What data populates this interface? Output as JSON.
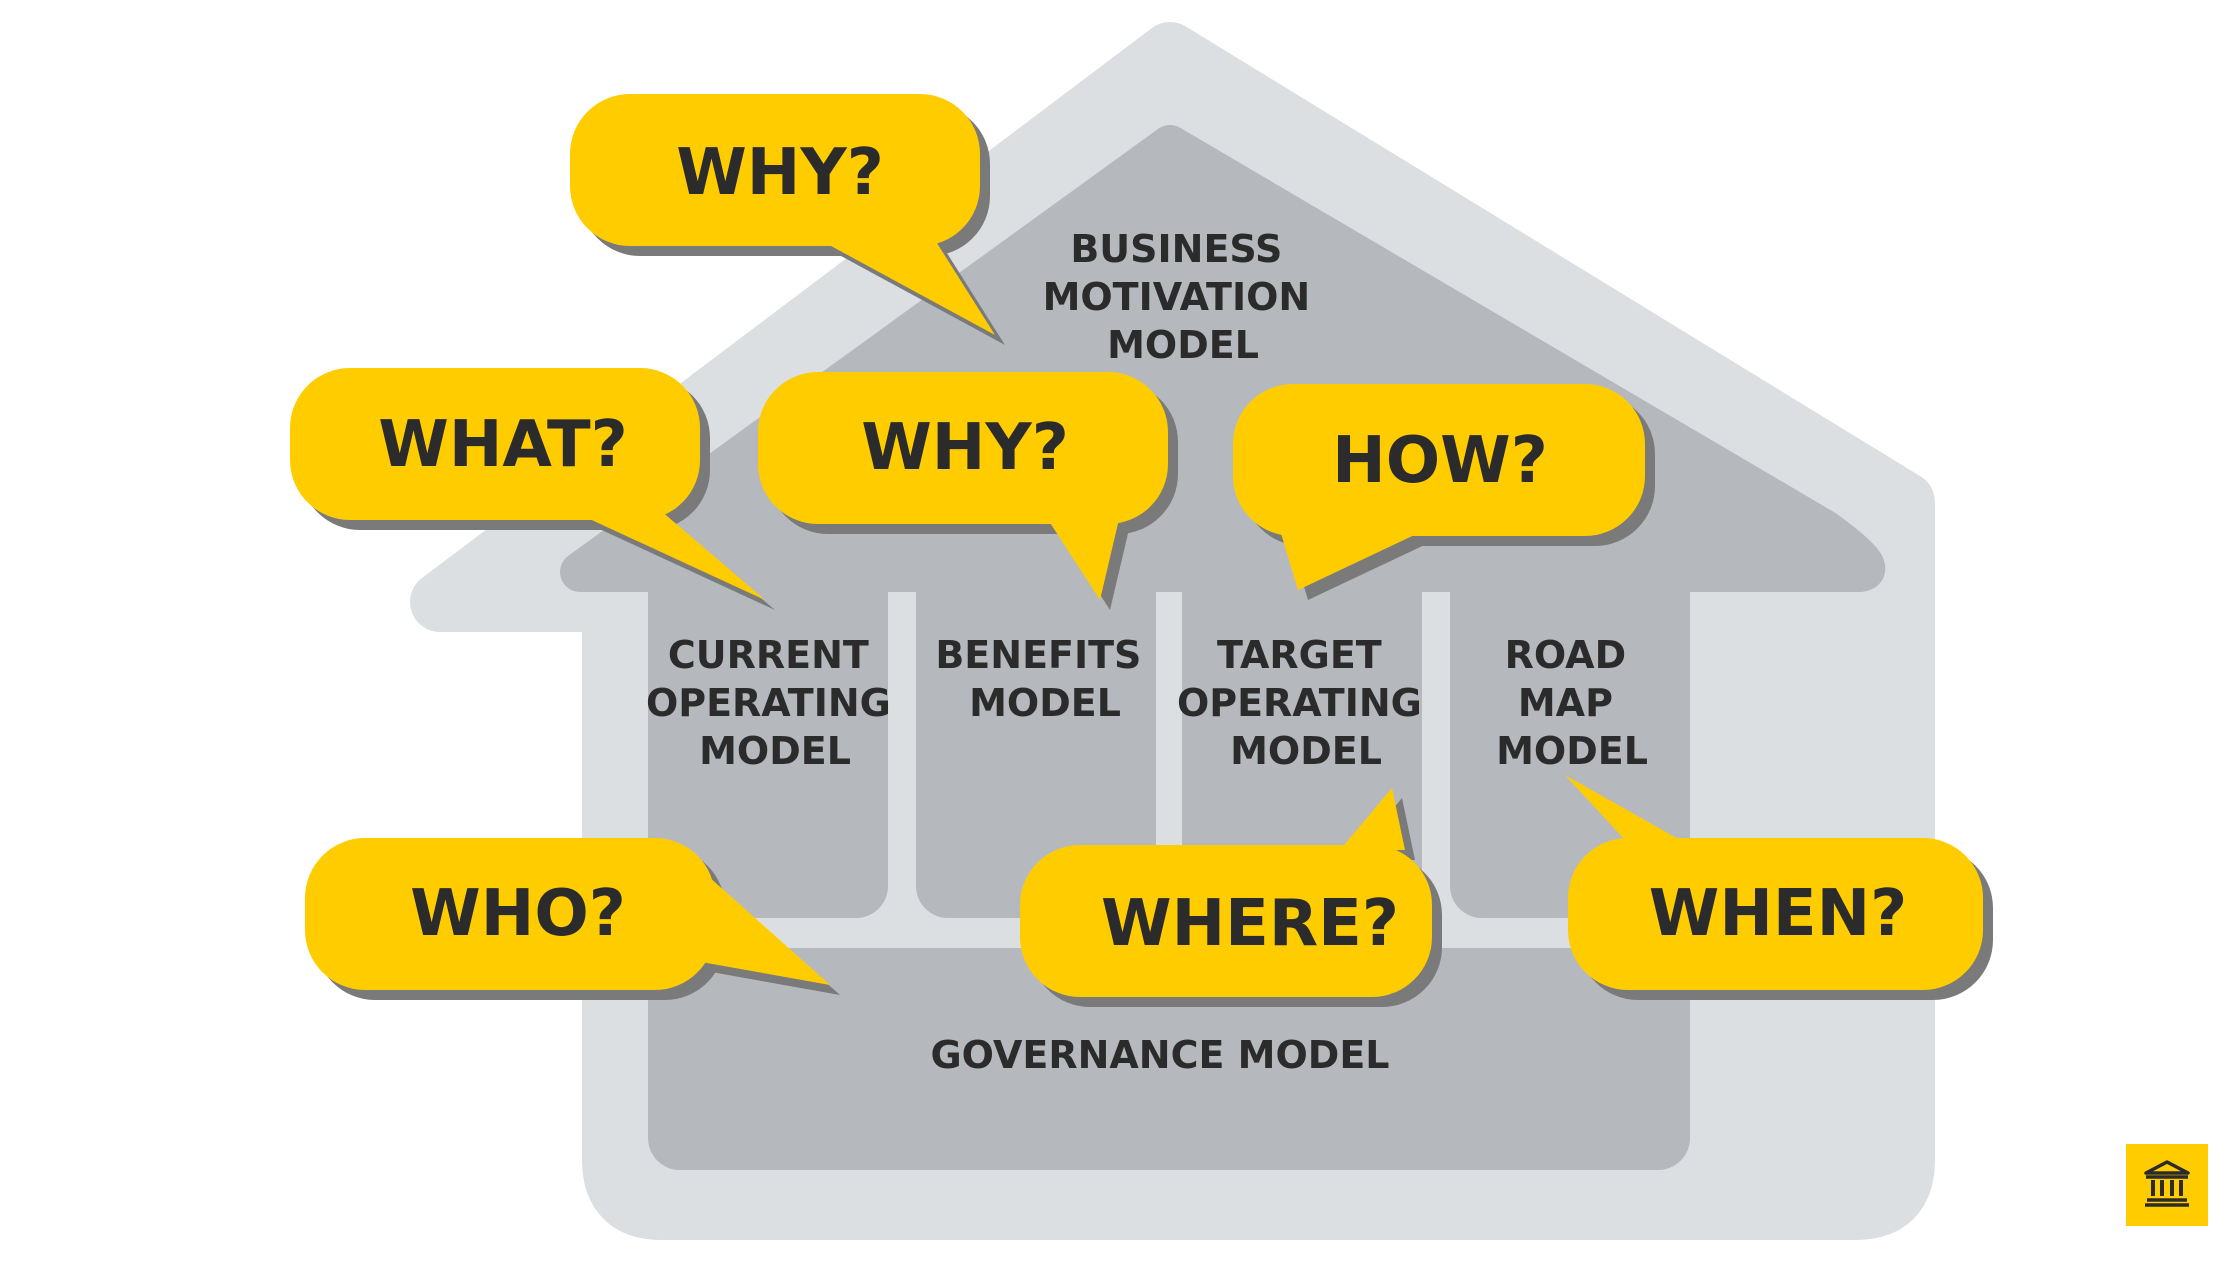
{
  "house": {
    "roof_label": [
      "BUSINESS",
      "MOTIVATION",
      "MODEL"
    ],
    "columns": [
      [
        "CURRENT",
        "OPERATING",
        "MODEL"
      ],
      [
        "BENEFITS",
        "MODEL"
      ],
      [
        "TARGET",
        "OPERATING",
        "MODEL"
      ],
      [
        "ROAD",
        "MAP",
        "MODEL"
      ]
    ],
    "base_label": "GOVERNANCE MODEL"
  },
  "bubbles": {
    "why_top": "WHY?",
    "what": "WHAT?",
    "why_mid": "WHY?",
    "how": "HOW?",
    "who": "WHO?",
    "where": "WHERE?",
    "when": "WHEN?"
  },
  "colors": {
    "bubble": "#ffcc00",
    "bubble_shadow": "#7a7a7a",
    "house_outer": "#dcdfe2",
    "house_inner": "#b5b9be",
    "text": "#2b2b2b"
  },
  "badge": {
    "icon": "bank-icon"
  }
}
